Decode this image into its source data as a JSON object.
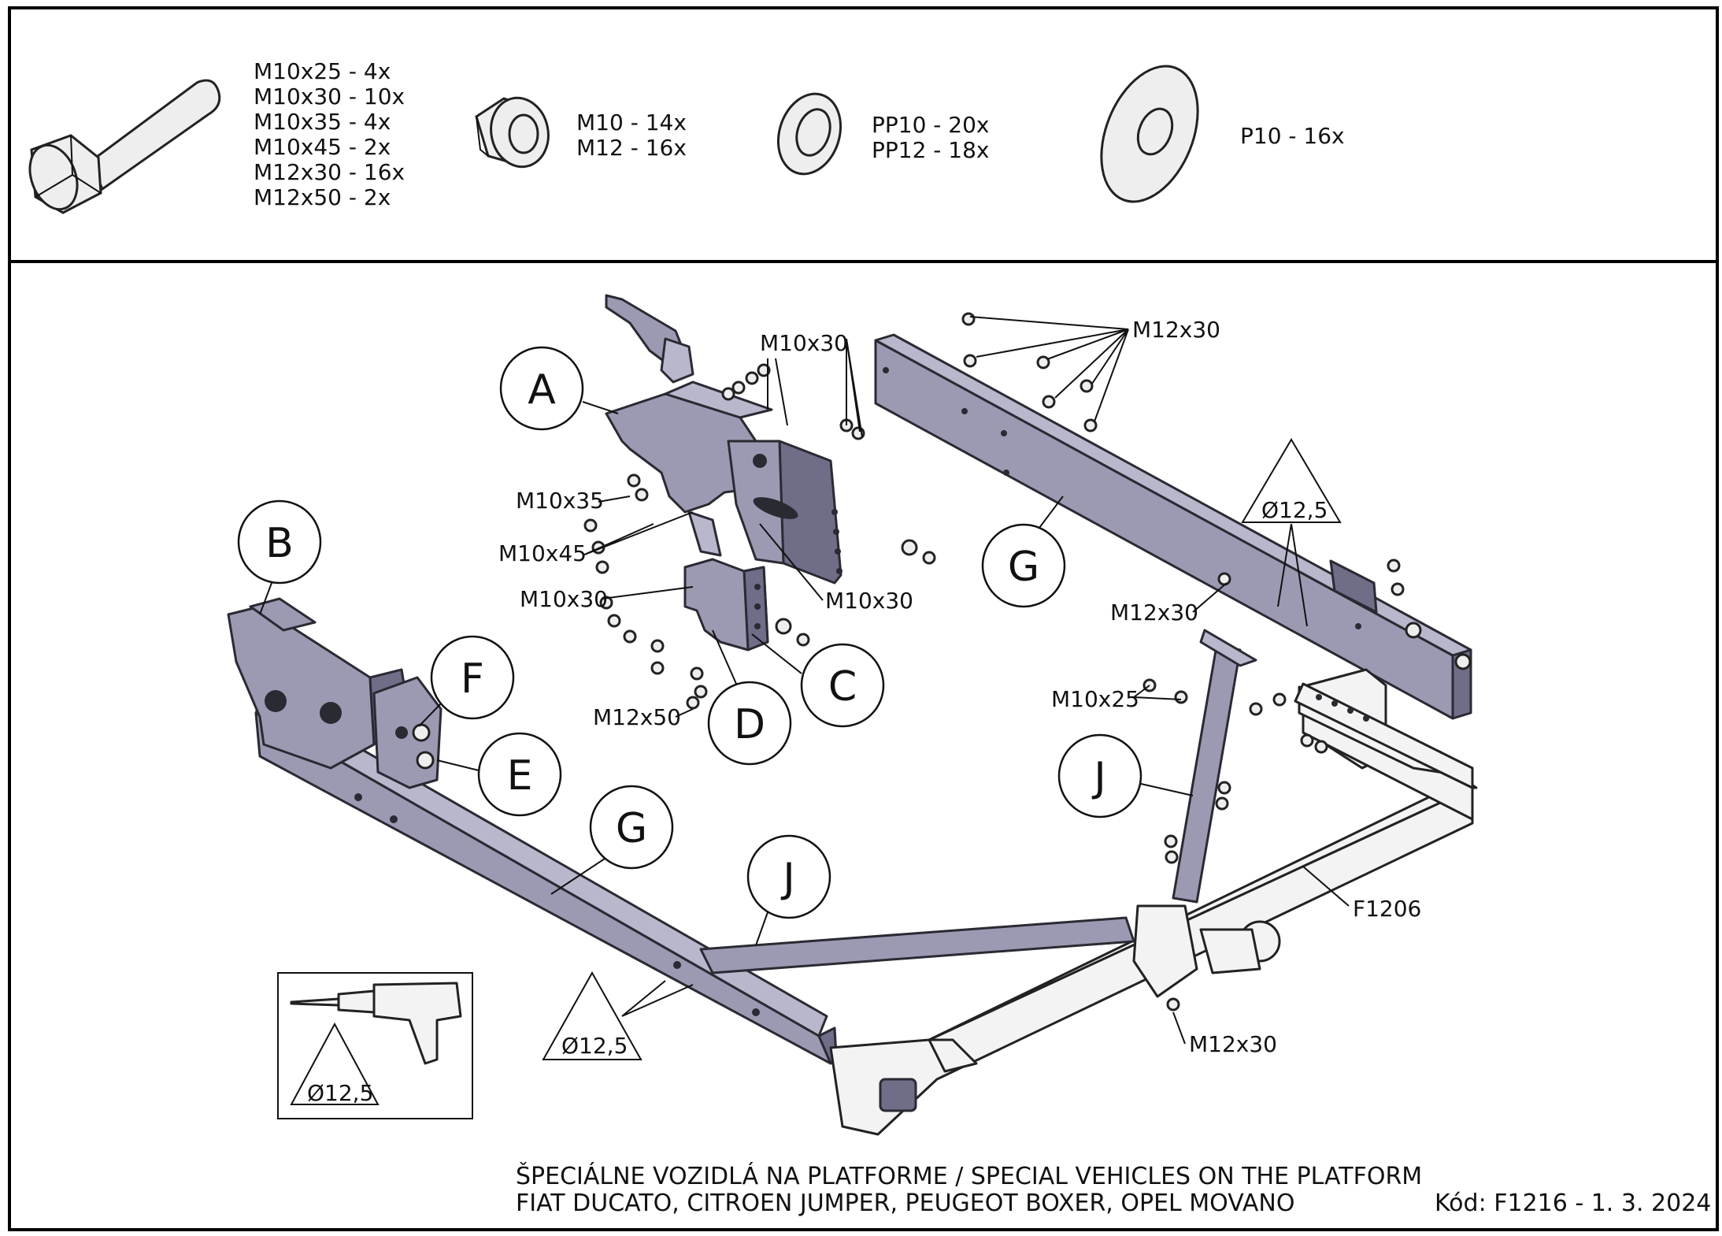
{
  "hardware": {
    "bolt_lines": [
      "M10x25 - 4x",
      "M10x30 - 10x",
      "M10x35 - 4x",
      "M10x45 - 2x",
      "M12x30 - 16x",
      "M12x50 - 2x"
    ],
    "nut_lines": [
      "M10 - 14x",
      "M12 - 16x"
    ],
    "spring_washer_lines": [
      "PP10 - 20x",
      "PP12 - 18x"
    ],
    "flat_washer_line": "P10 - 16x"
  },
  "parts": {
    "A": "A",
    "B": "B",
    "C": "C",
    "D": "D",
    "E": "E",
    "F": "F",
    "G1": "G",
    "G2": "G",
    "J1": "J",
    "J2": "J"
  },
  "callouts": {
    "m12x30_top": "M12x30",
    "m10x30_top": "M10x30",
    "m10x35": "M10x35",
    "m10x45": "M10x45",
    "m10x30_left": "M10x30",
    "m10x30_mid": "M10x30",
    "m12x50": "M12x50",
    "m12x30_mid": "M12x30",
    "m10x25": "M10x25",
    "m12x30_bottom": "M12x30",
    "towbar": "F1206"
  },
  "drill": {
    "right_diameter": "Ø12,5",
    "left_diameter": "Ø12,5",
    "tool_diameter": "Ø12,5"
  },
  "footer": {
    "line1": "ŠPECIÁLNE VOZIDLÁ NA PLATFORME / SPECIAL VEHICLES ON THE PLATFORM",
    "line2": "FIAT DUCATO, CITROEN JUMPER, PEUGEOT BOXER, OPEL MOVANO",
    "code": "Kód: F1216 - 1. 3. 2024"
  }
}
